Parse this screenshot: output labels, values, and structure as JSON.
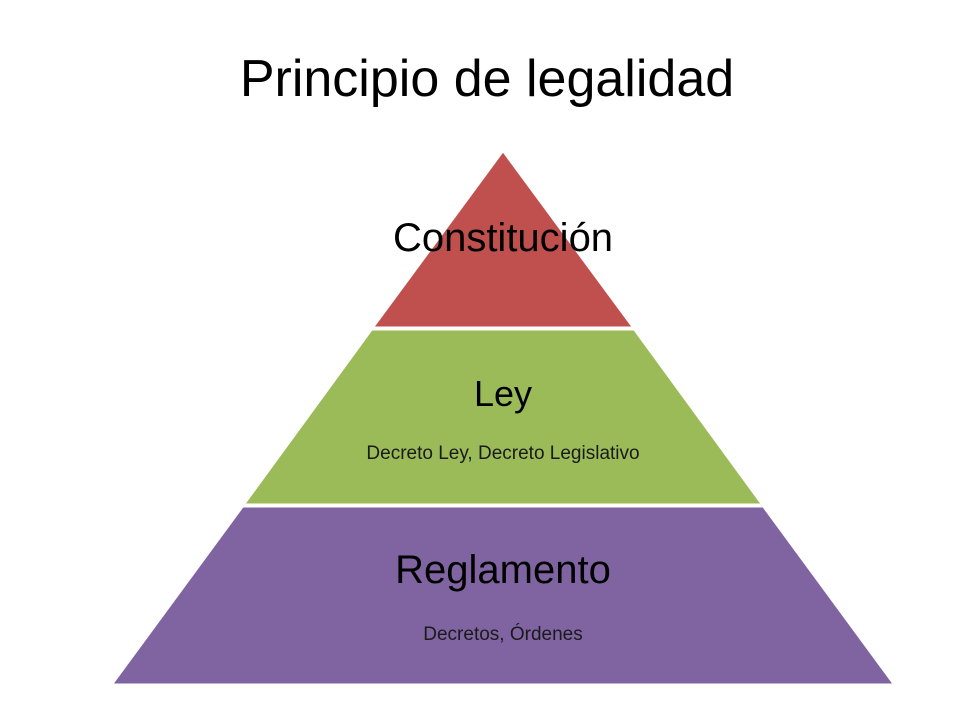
{
  "title": "Principio de legalidad",
  "pyramid": {
    "levels": [
      {
        "name": "Constitución",
        "subtitle": "",
        "color": "#c0504d"
      },
      {
        "name": "Ley",
        "subtitle": "Decreto Ley, Decreto Legislativo",
        "color": "#9bbb59"
      },
      {
        "name": "Reglamento",
        "subtitle": "Decretos, Órdenes",
        "color": "#8064a2"
      }
    ],
    "separator_color": "#ffffff"
  }
}
